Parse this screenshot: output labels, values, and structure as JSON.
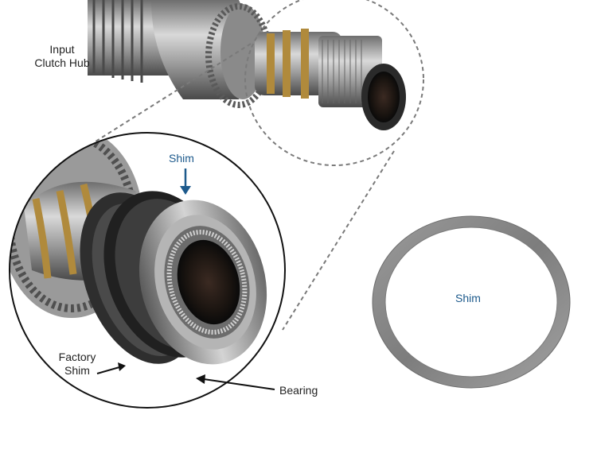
{
  "labels": {
    "input_clutch_hub": [
      "Input",
      "Clutch Hub"
    ],
    "factory_shim": [
      "Factory",
      "Shim"
    ],
    "shim_top": "Shim",
    "bearing": "Bearing",
    "shim_right": "Shim"
  },
  "colors": {
    "callout_blue": "#1d5a8c",
    "text": "#222222",
    "dashed_circle": "#7a7a7a",
    "metal_dark": "#3a3a3a",
    "metal_light": "#c8c8c8",
    "brass": "#b08a3c",
    "shim_gray": "#8c8c8c"
  }
}
